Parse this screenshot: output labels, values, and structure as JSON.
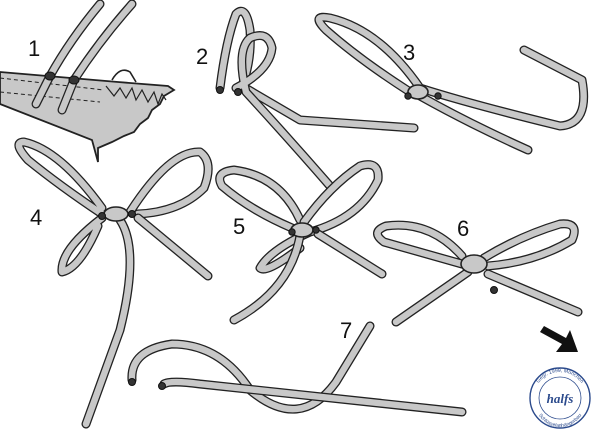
{
  "steps": [
    {
      "label": "1"
    },
    {
      "label": "2"
    },
    {
      "label": "3"
    },
    {
      "label": "4"
    },
    {
      "label": "5"
    },
    {
      "label": "6"
    },
    {
      "label": "7"
    }
  ],
  "arrow_icon": "arrow-down-right-icon",
  "stamp": {
    "top_text": "Gegr. 1999, München",
    "bottom_text": "Schlüsselanhängerbau",
    "center_text": "halfs",
    "color": "#2b4a8c"
  },
  "colors": {
    "cord_fill": "#c8c8c8",
    "cord_outline": "#222222",
    "shoe": "#c8c8c8"
  }
}
